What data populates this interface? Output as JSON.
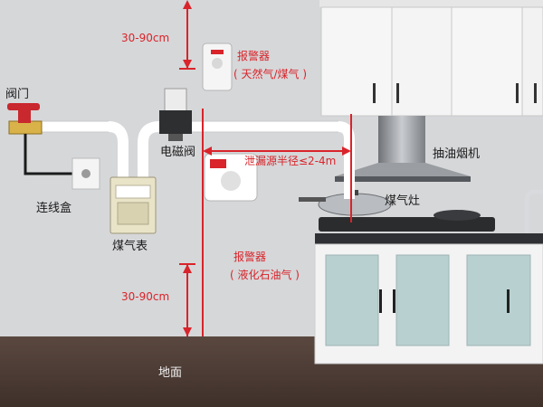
{
  "labels": {
    "valve": "阀门",
    "junction_box": "连线盒",
    "gas_meter": "煤气表",
    "solenoid_valve": "电磁阀",
    "range_hood": "抽油烟机",
    "gas_stove": "煤气灶",
    "floor": "地面",
    "alarm_natural_gas_title": "报警器",
    "alarm_natural_gas_sub": "( 天然气/煤气 )",
    "alarm_lpg_title": "报警器",
    "alarm_lpg_sub": "( 液化石油气 )",
    "radius": "泄漏源半径≤2-4m"
  },
  "dimensions": {
    "top_gap": "30-90cm",
    "bottom_gap": "30-90cm"
  },
  "colors": {
    "annotation": "#d8242a",
    "wall": "#d6d7d9",
    "floor": "#4a3a33",
    "pipe": "#ffffff",
    "cabinet_glass": "#b8d0d0",
    "valve_red": "#c8282e"
  }
}
